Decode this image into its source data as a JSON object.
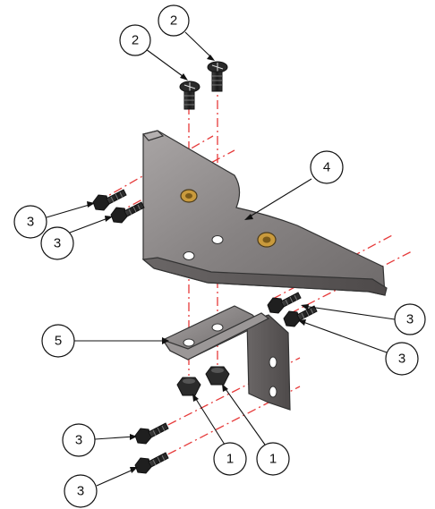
{
  "diagram": {
    "callouts": [
      {
        "id": "c-2a",
        "label": "2"
      },
      {
        "id": "c-2b",
        "label": "2"
      },
      {
        "id": "c-4",
        "label": "4"
      },
      {
        "id": "c-3a",
        "label": "3"
      },
      {
        "id": "c-3b",
        "label": "3"
      },
      {
        "id": "c-3c",
        "label": "3"
      },
      {
        "id": "c-3d",
        "label": "3"
      },
      {
        "id": "c-5",
        "label": "5"
      },
      {
        "id": "c-3e",
        "label": "3"
      },
      {
        "id": "c-3f",
        "label": "3"
      },
      {
        "id": "c-1a",
        "label": "1"
      },
      {
        "id": "c-1b",
        "label": "1"
      }
    ],
    "colors": {
      "axis_line": "#e63a3a",
      "bracket_metal": "#8a8686",
      "bracket_dark": "#5e5a5a",
      "insert_brass": "#c99a3c",
      "fastener": "#1a1a1a"
    }
  }
}
